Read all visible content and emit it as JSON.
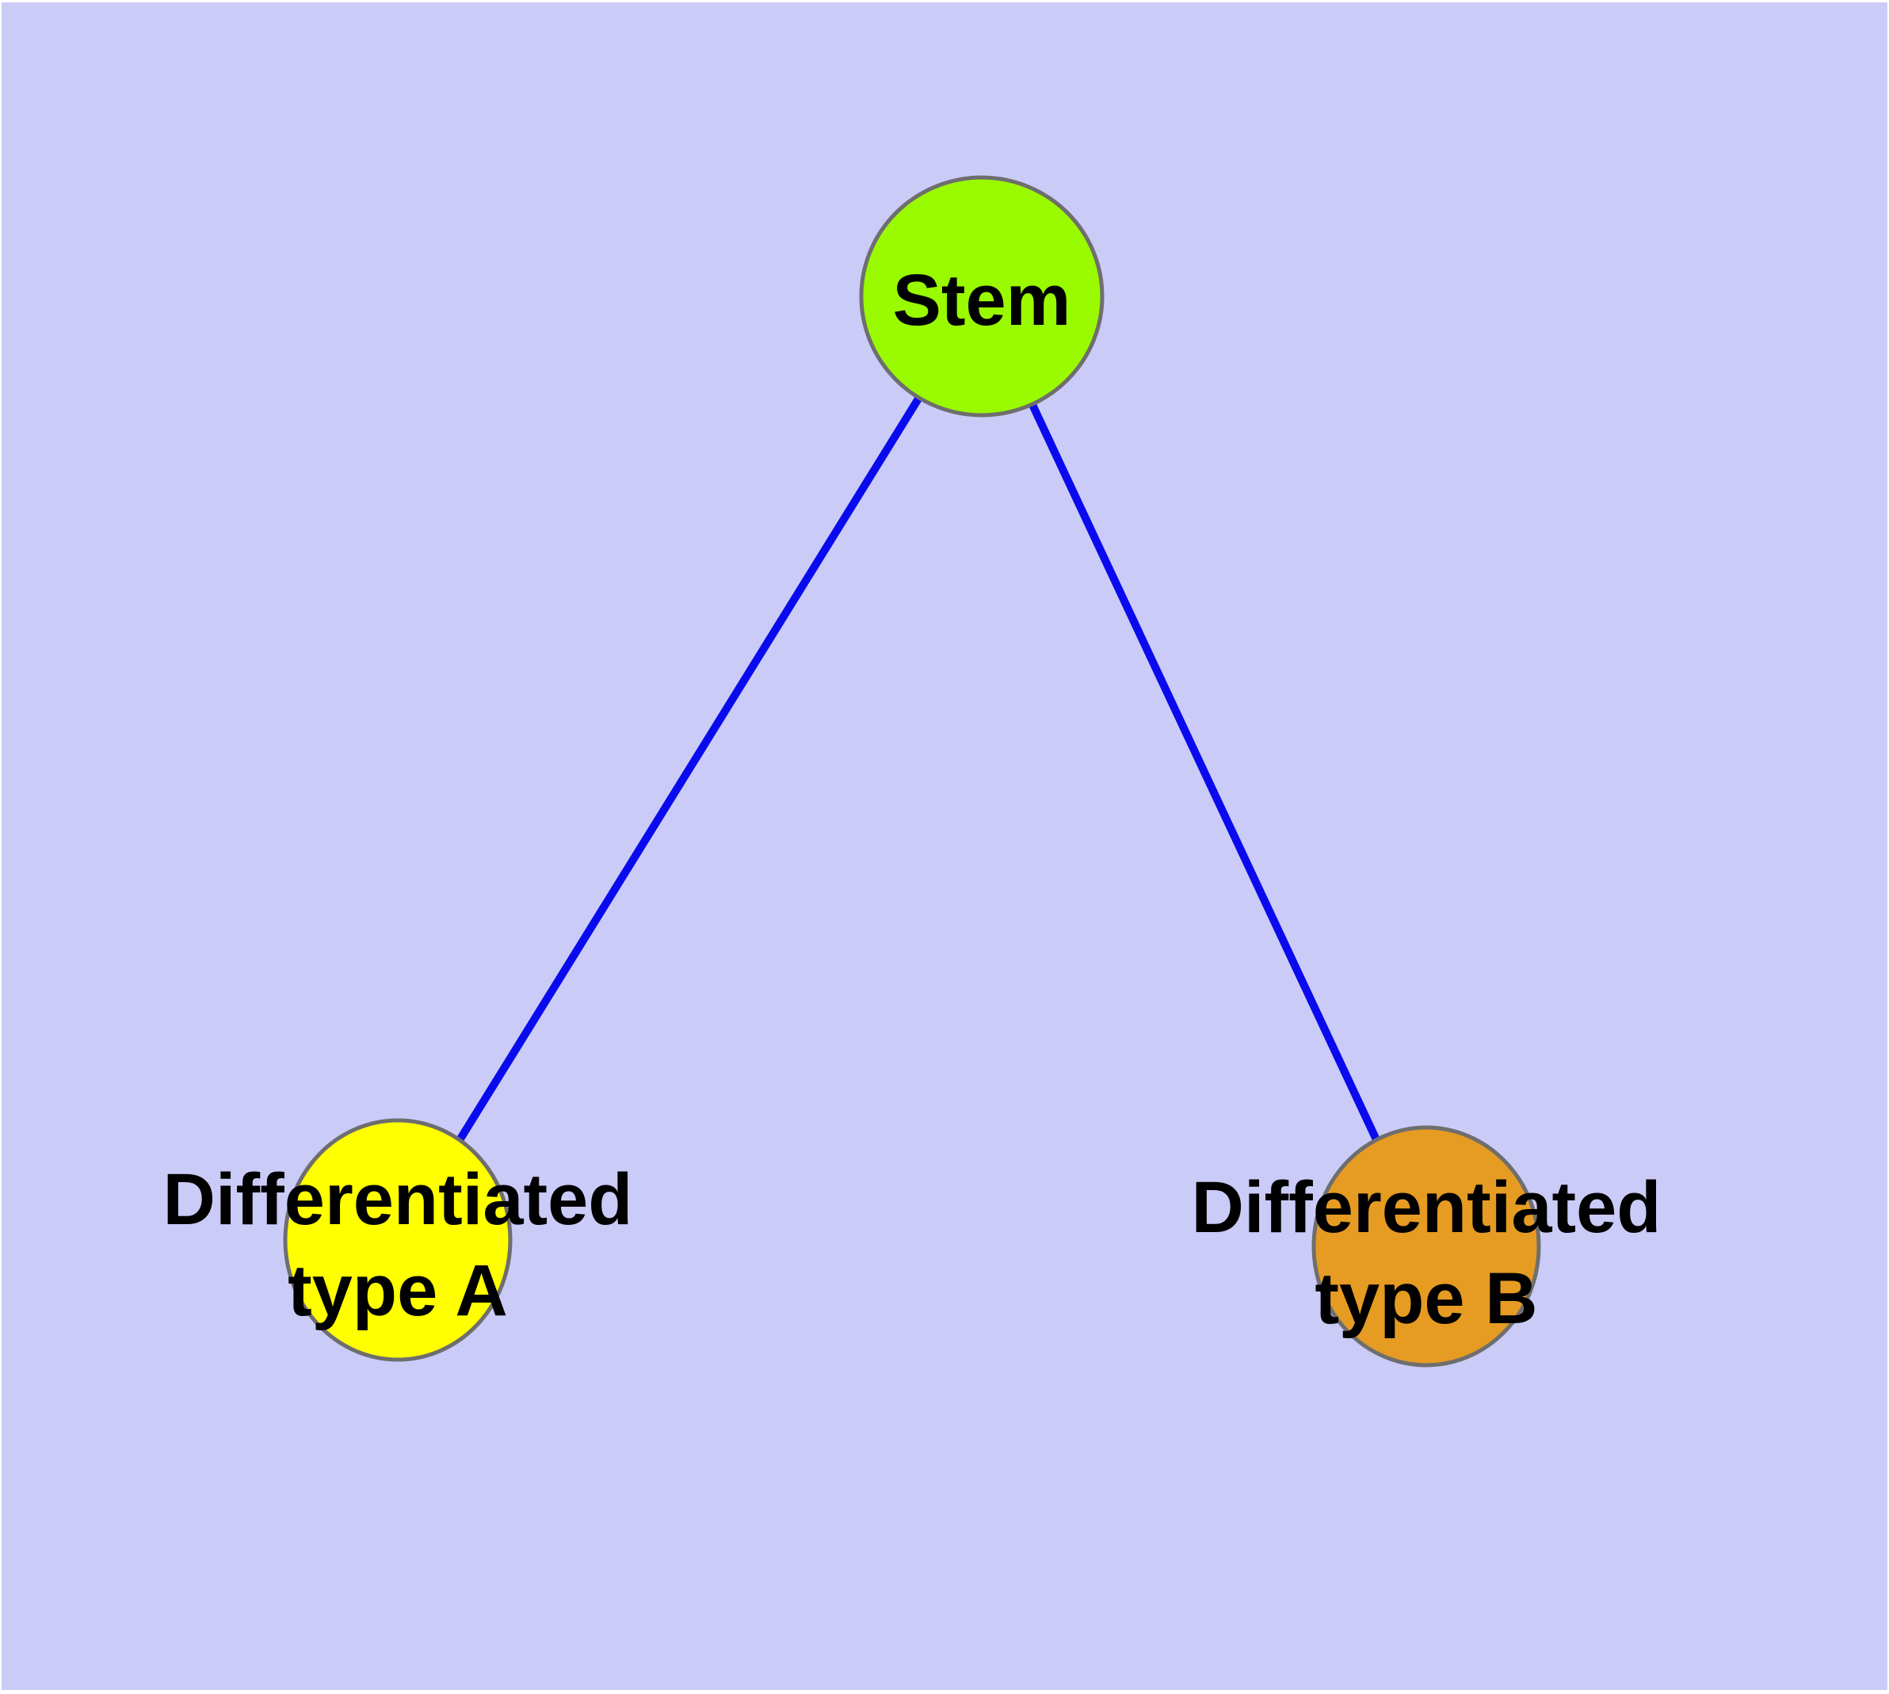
{
  "canvas": {
    "background": "#cbcbf8",
    "margin_color": "#ffffff",
    "text_color": "#000000"
  },
  "edges": {
    "color": "#0a0aee",
    "items": [
      {
        "from": "Stem",
        "to": "Differentiated type A"
      },
      {
        "from": "Stem",
        "to": "Differentiated type B"
      }
    ]
  },
  "nodes": [
    {
      "id": "stem",
      "label": "Stem",
      "label_lines": [
        "Stem"
      ],
      "fill": "#9afa00",
      "border": "#6e6e6e"
    },
    {
      "id": "differentiated-type-a",
      "label": "Differentiated type A",
      "label_lines": [
        "Differentiated",
        "type A"
      ],
      "fill": "#ffff00",
      "border": "#6e6e6e"
    },
    {
      "id": "differentiated-type-b",
      "label": "Differentiated type B",
      "label_lines": [
        "Differentiated",
        "type B"
      ],
      "fill": "#e69b22",
      "border": "#6e6e6e"
    }
  ]
}
